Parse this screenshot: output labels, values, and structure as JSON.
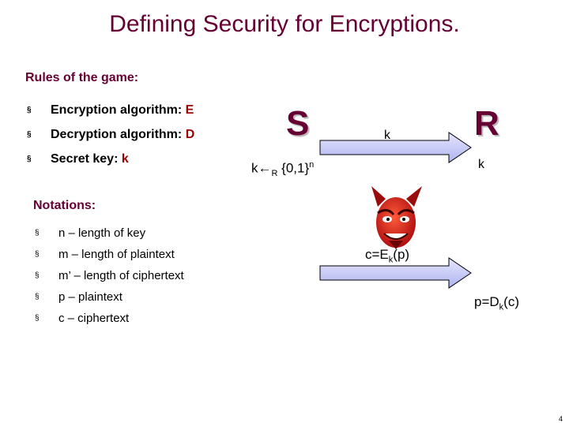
{
  "title": "Defining Security for Encryptions.",
  "rules": {
    "heading": "Rules of the game:",
    "items": [
      {
        "label": "Encryption algorithm: ",
        "value": "E"
      },
      {
        "label": "Decryption algorithm: ",
        "value": "D"
      },
      {
        "label": "Secret key: ",
        "value": "k"
      }
    ]
  },
  "notations": {
    "heading": "Notations:",
    "items": [
      {
        "symbol": "n",
        "text": " – length of key"
      },
      {
        "symbol": "m",
        "text": " – length of plaintext"
      },
      {
        "symbol": "m’",
        "text": " – length of ciphertext"
      },
      {
        "symbol": "p",
        "text": " – plaintext"
      },
      {
        "symbol": "c",
        "text": " – ciphertext"
      }
    ]
  },
  "diagram": {
    "sender": "S",
    "receiver": "R",
    "key_arrow_label": "k",
    "receiver_key": "k",
    "keygen": {
      "prefix": "k",
      "arrow": "←",
      "sub": "R",
      "set": " {0,1}",
      "sup": "n"
    },
    "cipher": {
      "lhs": "c=E",
      "sub": "k",
      "rhs": "(p)"
    },
    "decrypt": {
      "lhs": "p=D",
      "sub": "k",
      "rhs": "(c)"
    },
    "arrow_color": "#ccccff",
    "adversary_icon": "devil-face-icon"
  },
  "page_number": "4",
  "colors": {
    "heading": "#660033",
    "accent": "#990000"
  }
}
